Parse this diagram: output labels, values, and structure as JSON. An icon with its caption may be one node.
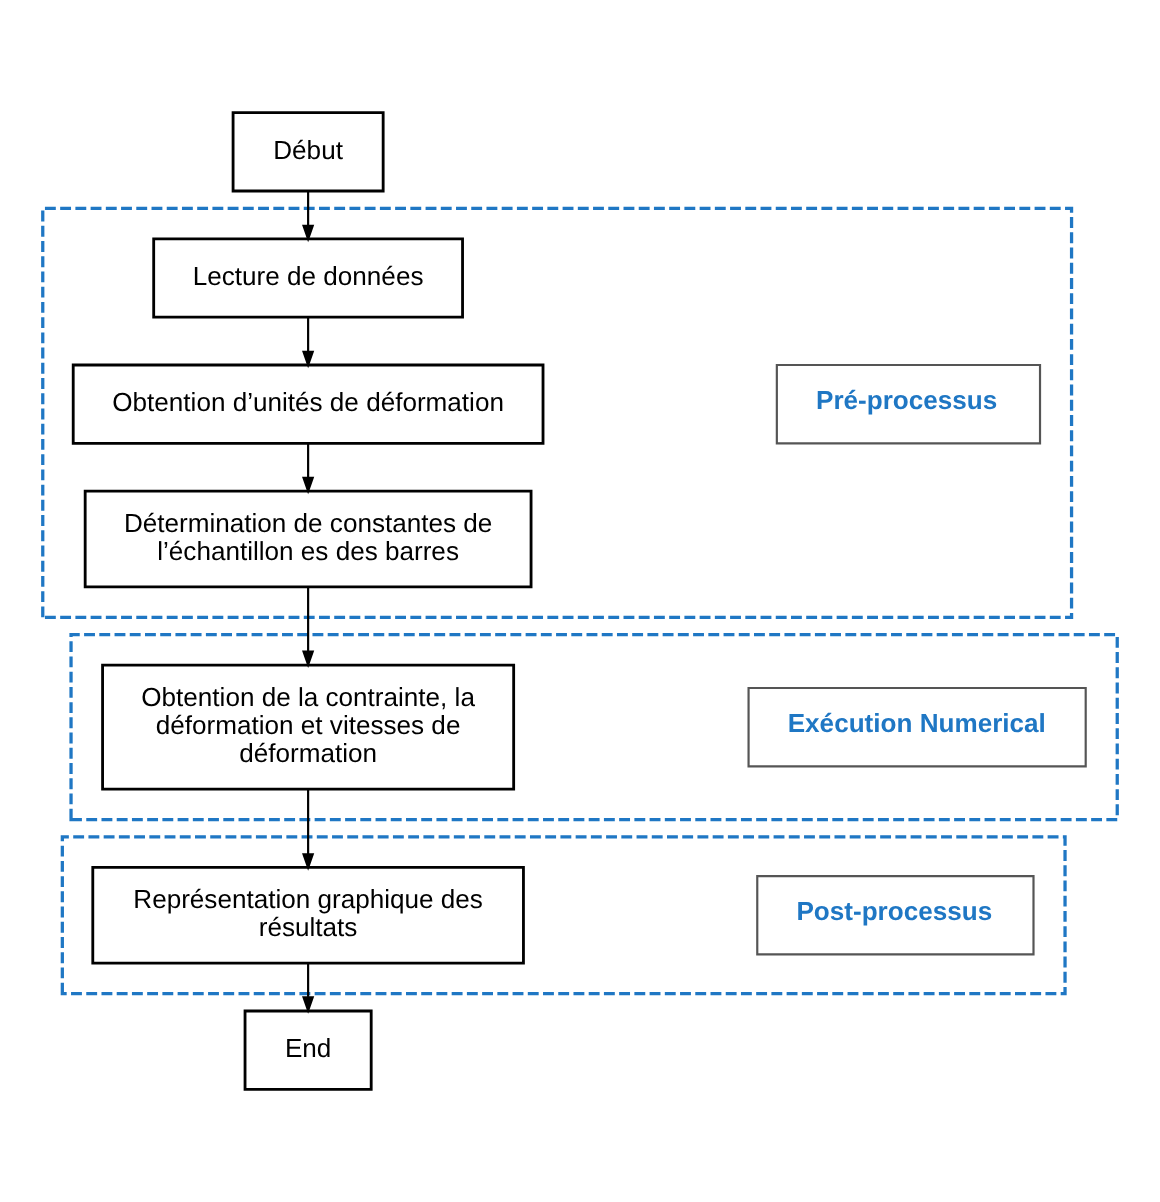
{
  "diagram": {
    "nodes": [
      {
        "text": [
          "Début"
        ]
      },
      {
        "text": [],
        "shape": "box"
      },
      {
        "text": [
          "Lecture de données"
        ],
        "in": 1
      },
      {
        "text": [
          "Obtention d’unités de déformation"
        ],
        "in": 1
      },
      {
        "text": [
          "Détermination de constantes de l’échantillon es des barres"
        ],
        "in": 1
      },
      {
        "text": [
          "Pré-processus"
        ],
        "in": 1
      },
      {
        "text": [],
        "shape": "box"
      },
      {
        "text": [
          "Obtention de la contrainte, la déformation et vitesses de déformation"
        ],
        "in": 6
      },
      {
        "text": [
          "Exécution Numerical"
        ],
        "in": 6
      },
      {
        "text": [],
        "shape": "box"
      },
      {
        "text": [
          "Représentation graphique des résultats"
        ],
        "in": 9
      },
      {
        "text": [
          "Post-processus"
        ],
        "in": 9
      },
      {
        "text": [
          "End"
        ]
      }
    ],
    "edges": [
      {
        "from": 0,
        "to": 2,
        "arrow": "to"
      },
      {
        "from": 2,
        "to": 3,
        "arrow": "to"
      },
      {
        "from": 3,
        "to": 4,
        "arrow": "to"
      },
      {
        "from": 4,
        "to": 7,
        "arrow": "to"
      },
      {
        "from": 7,
        "to": 10,
        "arrow": "to"
      },
      {
        "from": 10,
        "to": 12,
        "arrow": "to"
      }
    ]
  }
}
